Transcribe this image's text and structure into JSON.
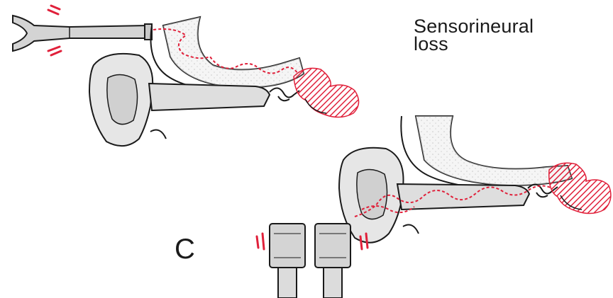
{
  "diagram": {
    "title_lines": [
      "Sensorineural",
      "loss"
    ],
    "panel_label": "C"
  },
  "colors": {
    "ink": "#1a1a1a",
    "sound_path": "#e0203a",
    "bone_fill": "#ececec",
    "tissue_fill": "#e6e6e6",
    "metal_fill": "#d4d4d4"
  },
  "icons": {
    "top_left": "tuning-fork-icon",
    "bottom": "bone-conductor-headphones-icon"
  }
}
